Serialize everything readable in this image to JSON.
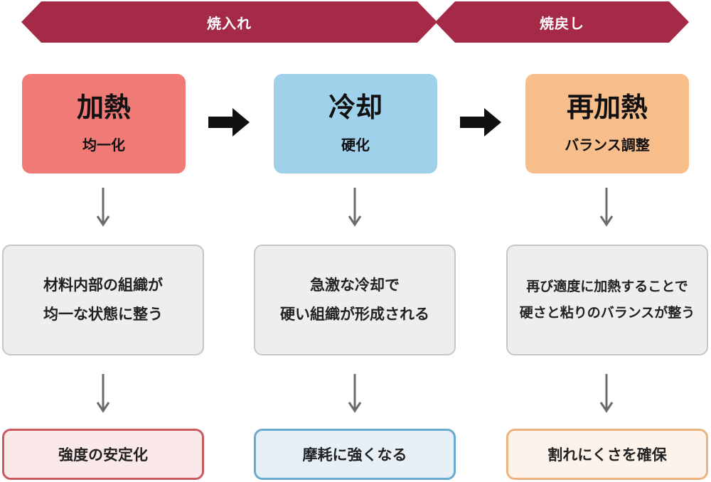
{
  "colors": {
    "banner": "#a52a47",
    "heating": "#ef7a76",
    "cooling": "#9fd1ea",
    "reheating": "#f7bd8a",
    "result_heating_fill": "#fbe9e9",
    "result_heating_border": "#c95a60",
    "result_cooling_fill": "#e6f0f6",
    "result_cooling_border": "#6aaad1",
    "result_reheating_fill": "#fdf3ea",
    "result_reheating_border": "#ecb380"
  },
  "banners": [
    {
      "label": "焼入れ"
    },
    {
      "label": "焼戻し"
    }
  ],
  "stages": [
    {
      "title": "加熱",
      "subtitle": "均一化",
      "description": [
        "材料内部の組織が",
        "均一な状態に整う"
      ],
      "result": "強度の安定化"
    },
    {
      "title": "冷却",
      "subtitle": "硬化",
      "description": [
        "急激な冷却で",
        "硬い組織が形成される"
      ],
      "result": "摩耗に強くなる"
    },
    {
      "title": "再加熱",
      "subtitle": "バランス調整",
      "description": [
        "再び適度に加熱することで",
        "硬さと粘りのバランスが整う"
      ],
      "result": "割れにくさを確保"
    }
  ],
  "icons": {
    "flow_arrow": "right-arrow-icon",
    "step_arrow": "down-arrow-icon"
  }
}
